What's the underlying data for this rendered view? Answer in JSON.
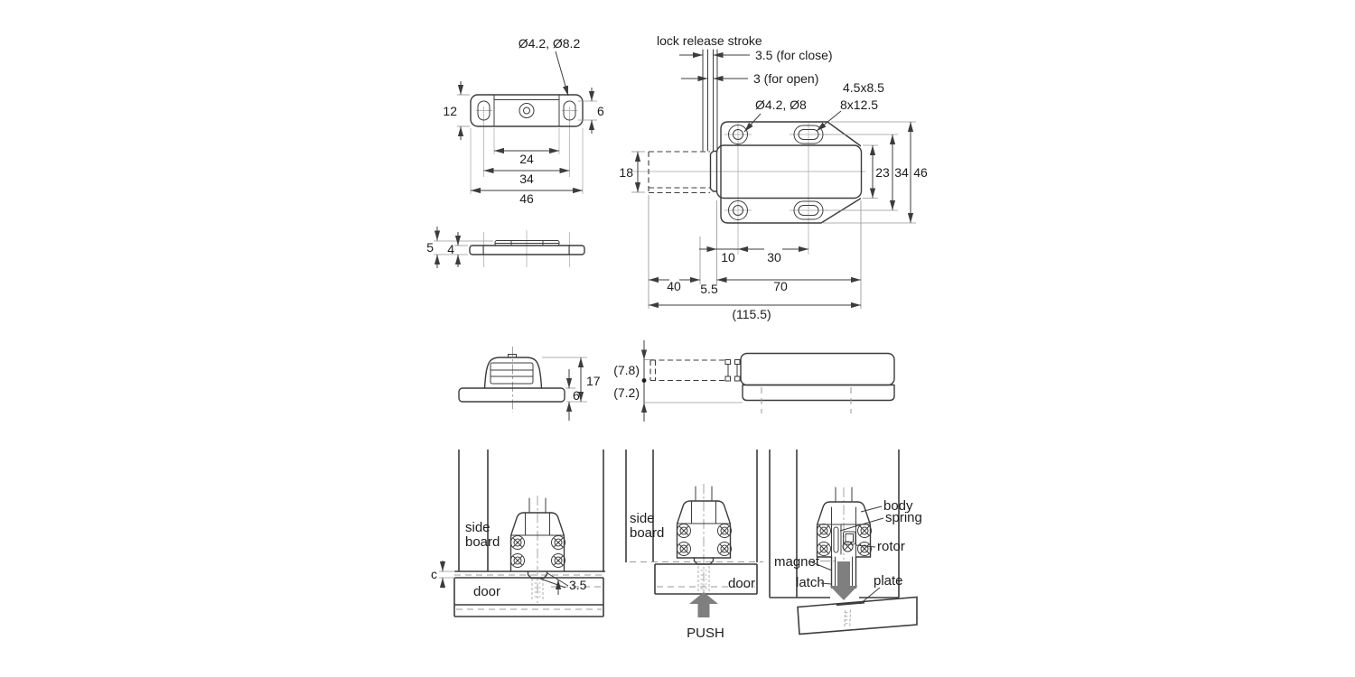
{
  "drawing": {
    "strike_front": {
      "hole_sizes": "Ø4.2, Ø8.2",
      "height": "12",
      "slot_height": "6",
      "dim_24": "24",
      "dim_34": "34",
      "dim_46": "46"
    },
    "strike_side": {
      "dim_5": "5",
      "dim_4": "4"
    },
    "top_view": {
      "stroke_title": "lock release stroke",
      "stroke_close": "3.5 (for close)",
      "stroke_open": "3 (for open)",
      "hole_sizes": "Ø4.2, Ø8",
      "slot_inner": "4.5x8.5",
      "slot_outer": "8x12.5",
      "dim_18": "18",
      "dim_23": "23",
      "dim_34": "34",
      "dim_46": "46",
      "dim_10": "10",
      "dim_30": "30",
      "dim_40": "40",
      "dim_5_5": "5.5",
      "dim_70": "70",
      "dim_115_5": "(115.5)"
    },
    "front_view": {
      "dim_17": "17",
      "dim_6": "6"
    },
    "side_view": {
      "dim_7_8": "(7.8)",
      "dim_7_2": "(7.2)"
    },
    "install_closed": {
      "side1": "side",
      "side2": "board",
      "door": "door",
      "dim_c": "c",
      "dim_3_5": "3.5"
    },
    "install_push": {
      "side1": "side",
      "side2": "board",
      "door": "door",
      "push": "PUSH"
    },
    "install_open": {
      "body": "body",
      "spring": "spring",
      "rotor": "rotor",
      "magnet": "magnet",
      "latch": "latch",
      "plate": "plate"
    }
  }
}
